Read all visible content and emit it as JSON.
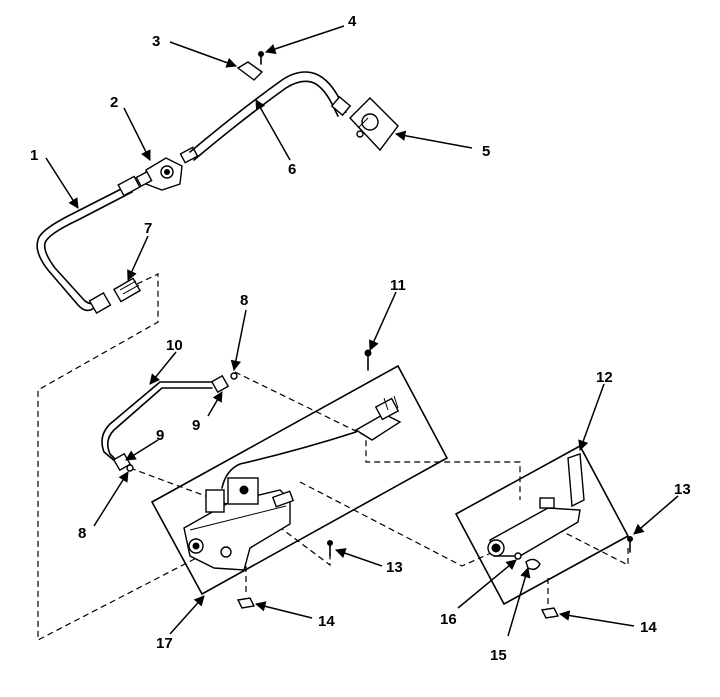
{
  "callouts": {
    "c1": "1",
    "c2": "2",
    "c3": "3",
    "c4": "4",
    "c5": "5",
    "c6": "6",
    "c7": "7",
    "c8a": "8",
    "c8b": "8",
    "c9a": "9",
    "c9b": "9",
    "c10": "10",
    "c11": "11",
    "c12": "12",
    "c13a": "13",
    "c13b": "13",
    "c14a": "14",
    "c14b": "14",
    "c15": "15",
    "c16": "16",
    "c17": "17"
  }
}
